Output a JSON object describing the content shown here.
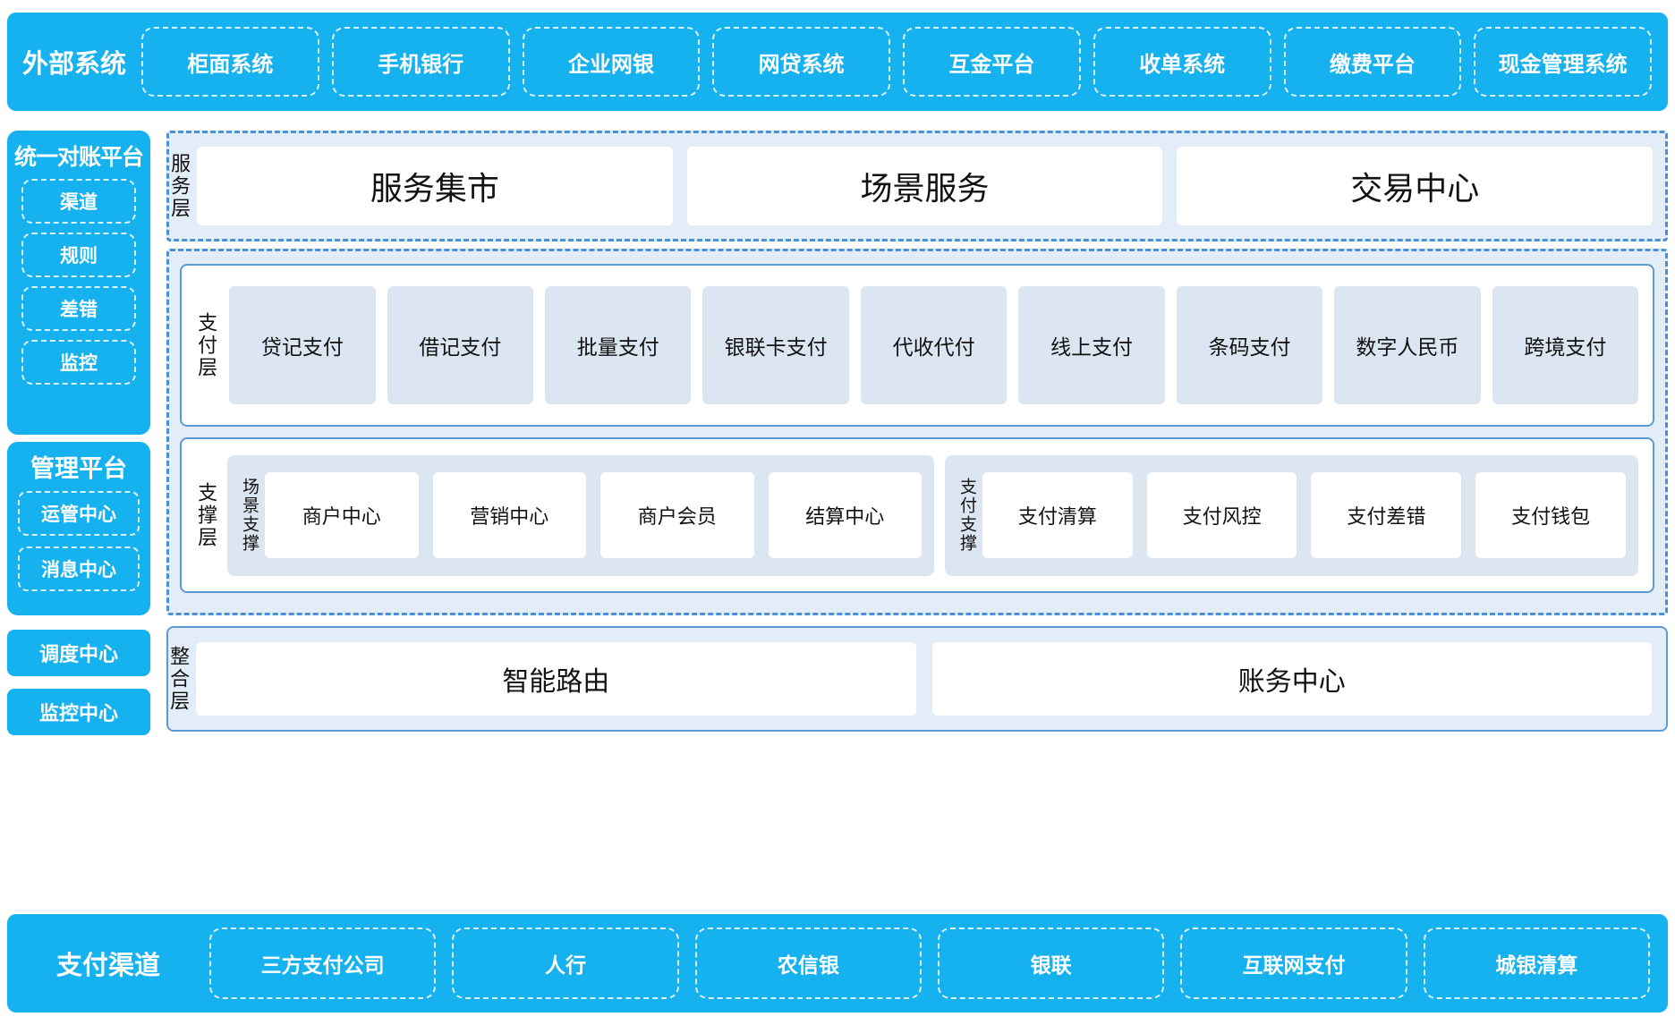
{
  "external": {
    "title": "外部系统",
    "items": [
      "柜面系统",
      "手机银行",
      "企业网银",
      "网贷系统",
      "互金平台",
      "收单系统",
      "缴费平台",
      "现金管理系统"
    ]
  },
  "left": {
    "recon": {
      "title": "统一对账平台",
      "items": [
        "渠道",
        "规则",
        "差错",
        "监控"
      ]
    },
    "mgmt": {
      "title": "管理平台",
      "items": [
        "运管中心",
        "消息中心"
      ]
    },
    "standalone": [
      "调度中心",
      "监控中心"
    ]
  },
  "service_layer": {
    "label": "服务层",
    "cards": [
      "服务集市",
      "场景服务",
      "交易中心"
    ]
  },
  "payment_layer": {
    "label": "支付层",
    "cards": [
      "贷记支付",
      "借记支付",
      "批量支付",
      "银联卡支付",
      "代收代付",
      "线上支付",
      "条码支付",
      "数字人民币",
      "跨境支付"
    ]
  },
  "support_layer": {
    "label": "支撑层",
    "groups": [
      {
        "label": "场景支撑",
        "cards": [
          "商户中心",
          "营销中心",
          "商户会员",
          "结算中心"
        ]
      },
      {
        "label": "支付支撑",
        "cards": [
          "支付清算",
          "支付风控",
          "支付差错",
          "支付钱包"
        ]
      }
    ]
  },
  "integration_layer": {
    "label": "整合层",
    "cards": [
      "智能路由",
      "账务中心"
    ]
  },
  "channels": {
    "title": "支付渠道",
    "items": [
      "三方支付公司",
      "人行",
      "农信银",
      "银联",
      "互联网支付",
      "城银清算"
    ]
  },
  "colors": {
    "brand_blue": "#16b1ef",
    "band_fill": "#e2edf8",
    "band_border": "#4a90d9",
    "card_pale": "#dce6f2",
    "inner_border": "#5b9bd5"
  }
}
